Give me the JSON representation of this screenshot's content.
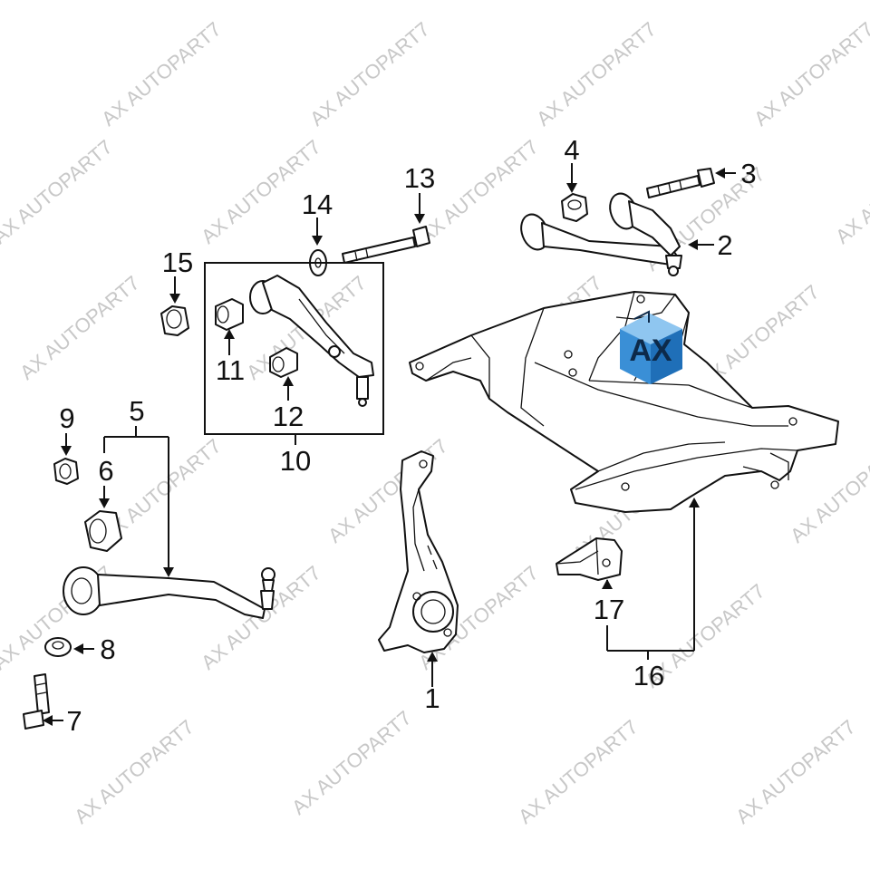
{
  "watermark": {
    "text": "AX AUTOPART7",
    "color": "#c8c8c8"
  },
  "logo": {
    "text": "AX",
    "colors": [
      "#3a8fd6",
      "#8fc6f0",
      "#0d2a4a"
    ]
  },
  "callouts": [
    {
      "id": "1",
      "label": "1",
      "part": "steering-knuckle"
    },
    {
      "id": "2",
      "label": "2",
      "part": "upper-control-arm"
    },
    {
      "id": "3",
      "label": "3",
      "part": "bolt"
    },
    {
      "id": "4",
      "label": "4",
      "part": "nut"
    },
    {
      "id": "5",
      "label": "5",
      "part": "lower-control-arm-assembly"
    },
    {
      "id": "6",
      "label": "6",
      "part": "bushing"
    },
    {
      "id": "7",
      "label": "7",
      "part": "bolt"
    },
    {
      "id": "8",
      "label": "8",
      "part": "washer"
    },
    {
      "id": "9",
      "label": "9",
      "part": "bushing"
    },
    {
      "id": "10",
      "label": "10",
      "part": "lower-control-arm-assembly"
    },
    {
      "id": "11",
      "label": "11",
      "part": "bushing"
    },
    {
      "id": "12",
      "label": "12",
      "part": "bushing"
    },
    {
      "id": "13",
      "label": "13",
      "part": "bolt"
    },
    {
      "id": "14",
      "label": "14",
      "part": "washer"
    },
    {
      "id": "15",
      "label": "15",
      "part": "nut"
    },
    {
      "id": "16",
      "label": "16",
      "part": "crossmember-assembly"
    },
    {
      "id": "17",
      "label": "17",
      "part": "bracket"
    }
  ]
}
